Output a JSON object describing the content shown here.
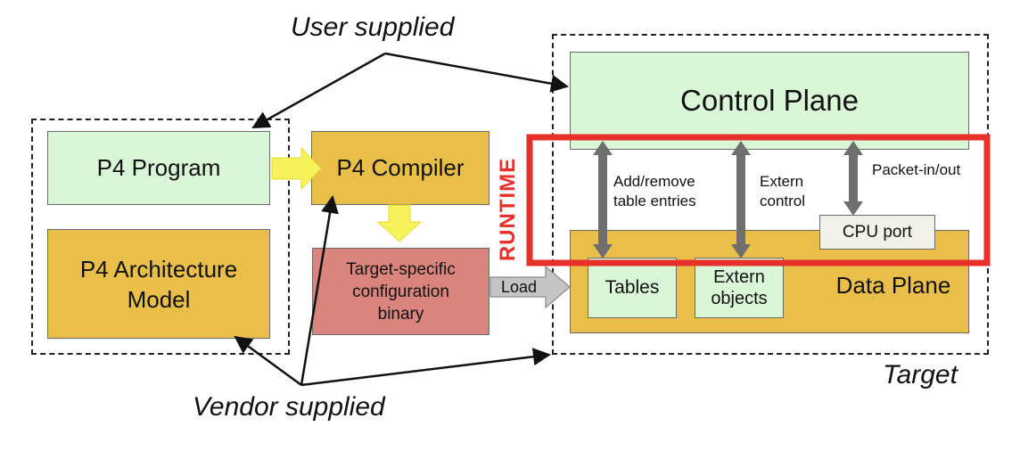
{
  "annotations": {
    "user_supplied": "User supplied",
    "vendor_supplied": "Vendor supplied",
    "target": "Target",
    "runtime": "RUNTIME"
  },
  "left_group": {
    "p4_program": "P4 Program",
    "p4_architecture_model": "P4 Architecture\nModel"
  },
  "middle_group": {
    "p4_compiler": "P4 Compiler",
    "target_config_binary": "Target-specific\nconfiguration\nbinary",
    "load_label": "Load"
  },
  "target_group": {
    "control_plane": "Control Plane",
    "data_plane": "Data Plane",
    "tables": "Tables",
    "extern_objects": "Extern\nobjects",
    "cpu_port": "CPU port",
    "arrow_add_remove": "Add/remove\ntable entries",
    "arrow_extern_control": "Extern\ncontrol",
    "arrow_packet": "Packet-in/out"
  },
  "colors": {
    "green_box": "#d9f7d6",
    "orange_box": "#e9bf4a",
    "pink_box": "#d9847d",
    "runtime_red": "#e8302a",
    "yellow_arrow": "#f7f25a",
    "gray_arrow": "#6f6f6f"
  }
}
